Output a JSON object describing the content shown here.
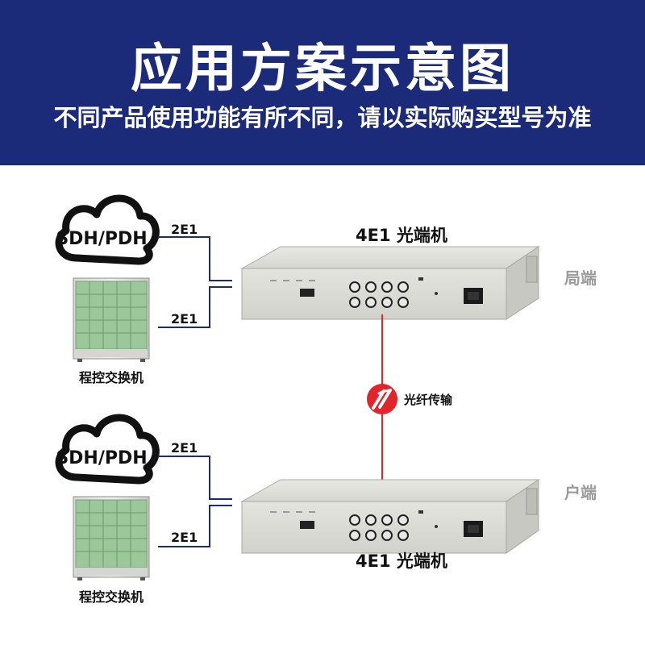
{
  "header": {
    "title": "应用方案示意图",
    "subtitle": "不同产品使用功能有所不同，请以实际购买型号为准"
  },
  "top_section": {
    "cloud_label": "SDH/PDH",
    "link_label_upper": "2E1",
    "link_label_lower": "2E1",
    "exchange_label": "程控交换机",
    "device_label": "4E1 光端机",
    "side_label": "局端"
  },
  "fiber": {
    "label": "光纤传输"
  },
  "bottom_section": {
    "cloud_label": "SDH/PDH",
    "link_label_upper": "2E1",
    "link_label_lower": "2E1",
    "exchange_label": "程控交换机",
    "device_label": "4E1 光端机",
    "side_label": "户端"
  },
  "colors": {
    "banner": "#1c2a7a",
    "link_line": "#1c2a7a",
    "fiber_line": "#e0252b",
    "side_label": "#9a9a9a"
  }
}
